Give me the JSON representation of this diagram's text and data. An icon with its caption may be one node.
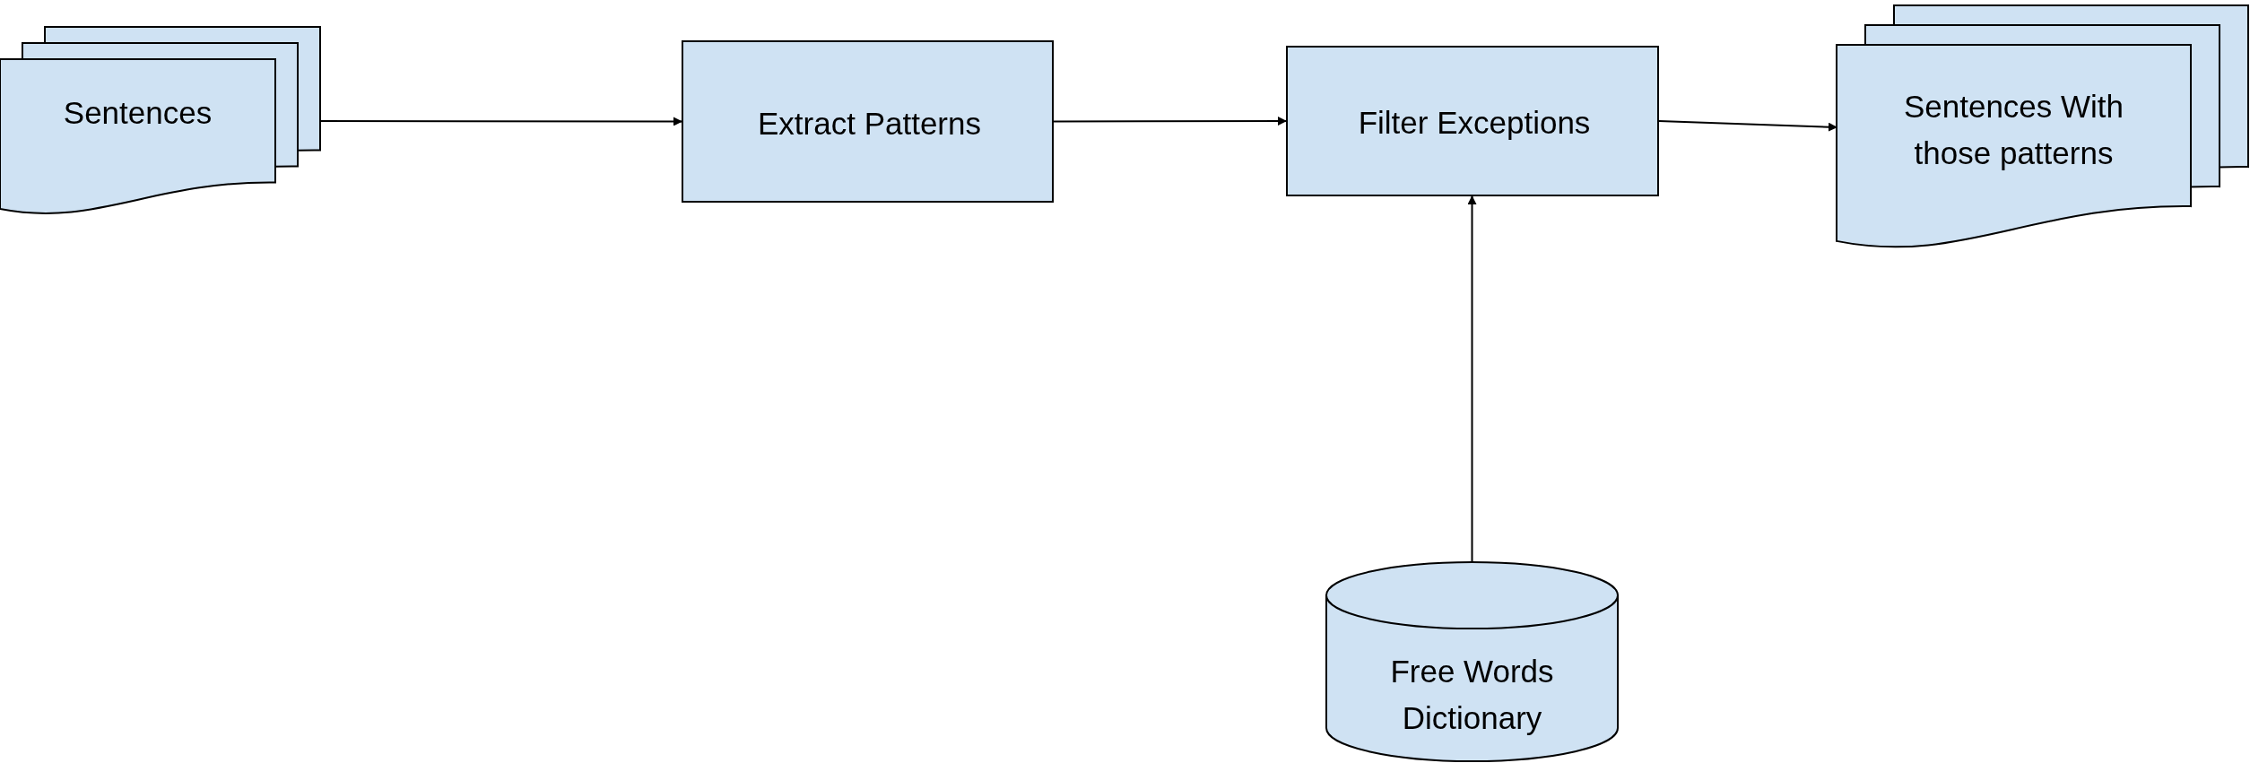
{
  "diagram": {
    "nodes": [
      {
        "text": [
          "Sentences"
        ]
      },
      {
        "text": [
          "Extract Patterns"
        ]
      },
      {
        "text": [
          "Filter Exceptions"
        ]
      },
      {
        "text": [
          "Sentences With those patterns"
        ]
      },
      {
        "text": [
          "Free Words Dictionary"
        ]
      }
    ],
    "edges": [
      {
        "from": 0,
        "to": 1,
        "arrow": "to"
      },
      {
        "from": 1,
        "to": 2,
        "arrow": "to"
      },
      {
        "from": 2,
        "to": 3,
        "arrow": "to"
      },
      {
        "from": 4,
        "to": 2,
        "arrow": "to"
      }
    ]
  }
}
